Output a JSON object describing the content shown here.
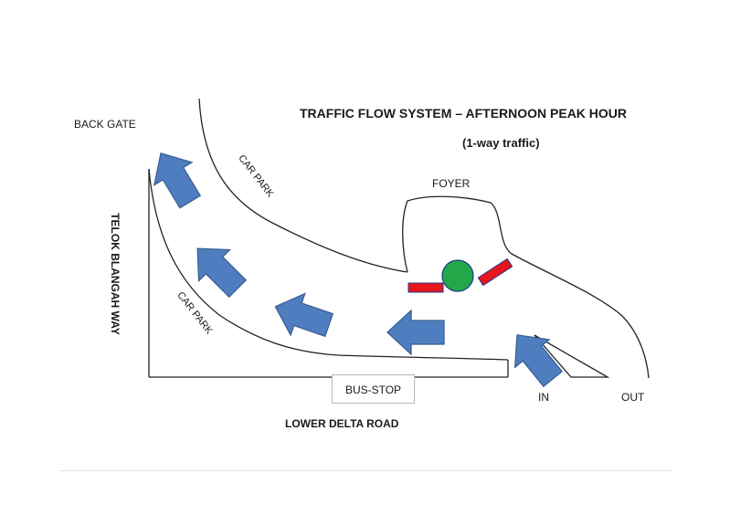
{
  "labels": {
    "title": "TRAFFIC FLOW SYSTEM – AFTERNOON PEAK HOUR",
    "subtitle": "(1-way traffic)",
    "back_gate": "BACK GATE",
    "foyer": "FOYER",
    "car_park_top": "CAR PARK",
    "car_park_left": "CAR PARK",
    "telok_blangah_way": "TELOK BLANGAH WAY",
    "bus_stop": "BUS-STOP",
    "in": "IN",
    "out": "OUT",
    "lower_delta_road": "LOWER DELTA ROAD"
  },
  "colors": {
    "arrow_fill": "#4f7ec0",
    "arrow_stroke": "#3a5f93",
    "barrier": "#e8141e",
    "roundabout": "#22a849",
    "road_line": "#222222"
  },
  "icons": {
    "flow_arrow": "arrow-icon",
    "barrier": "barrier-icon",
    "roundabout": "roundabout-icon"
  }
}
